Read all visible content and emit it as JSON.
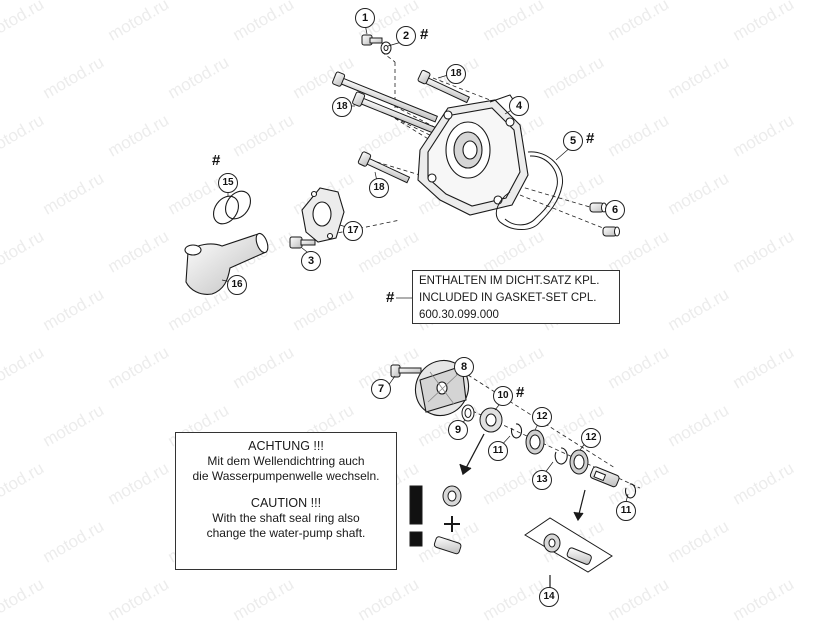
{
  "watermark": "motod.ru",
  "callouts": [
    {
      "id": "c1",
      "label": "1"
    },
    {
      "id": "c2",
      "label": "2"
    },
    {
      "id": "c3",
      "label": "3"
    },
    {
      "id": "c4",
      "label": "4"
    },
    {
      "id": "c5",
      "label": "5"
    },
    {
      "id": "c6",
      "label": "6"
    },
    {
      "id": "c7",
      "label": "7"
    },
    {
      "id": "c8",
      "label": "8"
    },
    {
      "id": "c9",
      "label": "9"
    },
    {
      "id": "c10",
      "label": "10"
    },
    {
      "id": "c11a",
      "label": "11"
    },
    {
      "id": "c11b",
      "label": "11"
    },
    {
      "id": "c12a",
      "label": "12"
    },
    {
      "id": "c12b",
      "label": "12"
    },
    {
      "id": "c13",
      "label": "13"
    },
    {
      "id": "c14",
      "label": "14"
    },
    {
      "id": "c15",
      "label": "15"
    },
    {
      "id": "c16",
      "label": "16"
    },
    {
      "id": "c17",
      "label": "17"
    },
    {
      "id": "c18a",
      "label": "18"
    },
    {
      "id": "c18b",
      "label": "18"
    },
    {
      "id": "c18c",
      "label": "18"
    }
  ],
  "hash_symbol": "#",
  "gasket_note": {
    "line1": "ENTHALTEN IM DICHT.SATZ KPL.",
    "line2": "INCLUDED IN GASKET-SET CPL.",
    "line3": "600.30.099.000"
  },
  "warning": {
    "de_title": "ACHTUNG !!!",
    "de_line1": "Mit dem Wellendichtring auch",
    "de_line2": "die Wasserpumpenwelle wechseln.",
    "en_title": "CAUTION !!!",
    "en_line1": "With the shaft seal ring also",
    "en_line2": "change the water-pump shaft."
  },
  "colors": {
    "line": "#1a1a1a",
    "part_fill": "#f2f2f2",
    "part_shade": "#bdbdbd",
    "watermark": "#9a9a9a"
  }
}
